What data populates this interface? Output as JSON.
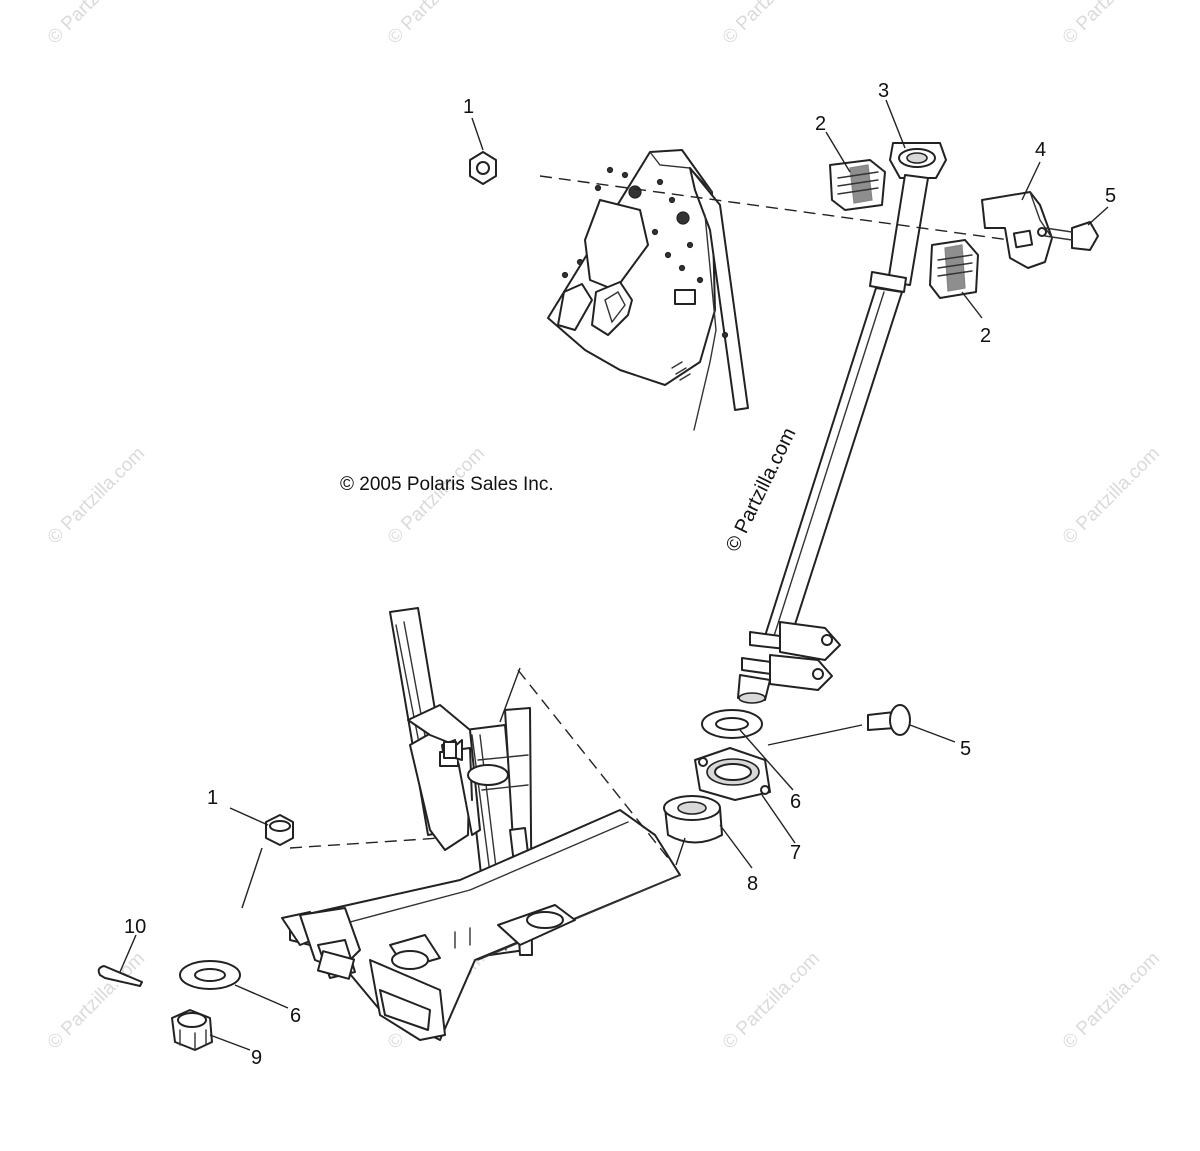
{
  "copyright": "© 2005 Polaris Sales Inc.",
  "watermark_center": "© Partzilla.com",
  "watermark_text": "© Partzilla.com",
  "callouts": {
    "c1_top": "1",
    "c2_top": "2",
    "c3": "3",
    "c4": "4",
    "c5_top": "5",
    "c2_right": "2",
    "c5_mid": "5",
    "c6_mid": "6",
    "c7": "7",
    "c8": "8",
    "c1_bottom": "1",
    "c10": "10",
    "c6_bottom": "6",
    "c9": "9"
  },
  "colors": {
    "line": "#222222",
    "watermark": "#bdbdbd",
    "background": "#ffffff"
  }
}
